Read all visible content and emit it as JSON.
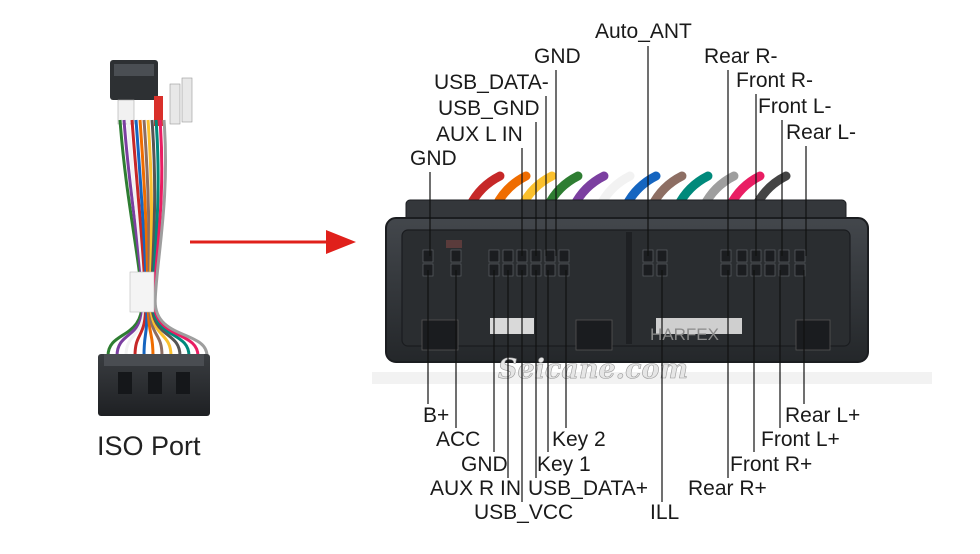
{
  "caption": "ISO Port",
  "watermark": "Seicane.com",
  "plate_text": "HARFEX",
  "colors": {
    "arrow": "#e0201b",
    "connector_body": "#2f3236",
    "connector_edge": "#1b1d20"
  },
  "pins_top": [
    {
      "label": "GND"
    },
    {
      "label": "AUX L IN"
    },
    {
      "label": "USB_GND"
    },
    {
      "label": "USB_DATA-"
    },
    {
      "label": "GND"
    },
    {
      "label": "Auto_ANT"
    },
    {
      "label": "Rear R-"
    },
    {
      "label": "Front R-"
    },
    {
      "label": "Front L-"
    },
    {
      "label": "Rear L-"
    }
  ],
  "pins_bottom": [
    {
      "label": "B+"
    },
    {
      "label": "ACC"
    },
    {
      "label": "GND"
    },
    {
      "label": "AUX R IN"
    },
    {
      "label": "USB_VCC"
    },
    {
      "label": "USB_DATA+"
    },
    {
      "label": "Key 1"
    },
    {
      "label": "Key 2"
    },
    {
      "label": "ILL"
    },
    {
      "label": "Rear R+"
    },
    {
      "label": "Front R+"
    },
    {
      "label": "Front L+"
    },
    {
      "label": "Rear L+"
    }
  ]
}
